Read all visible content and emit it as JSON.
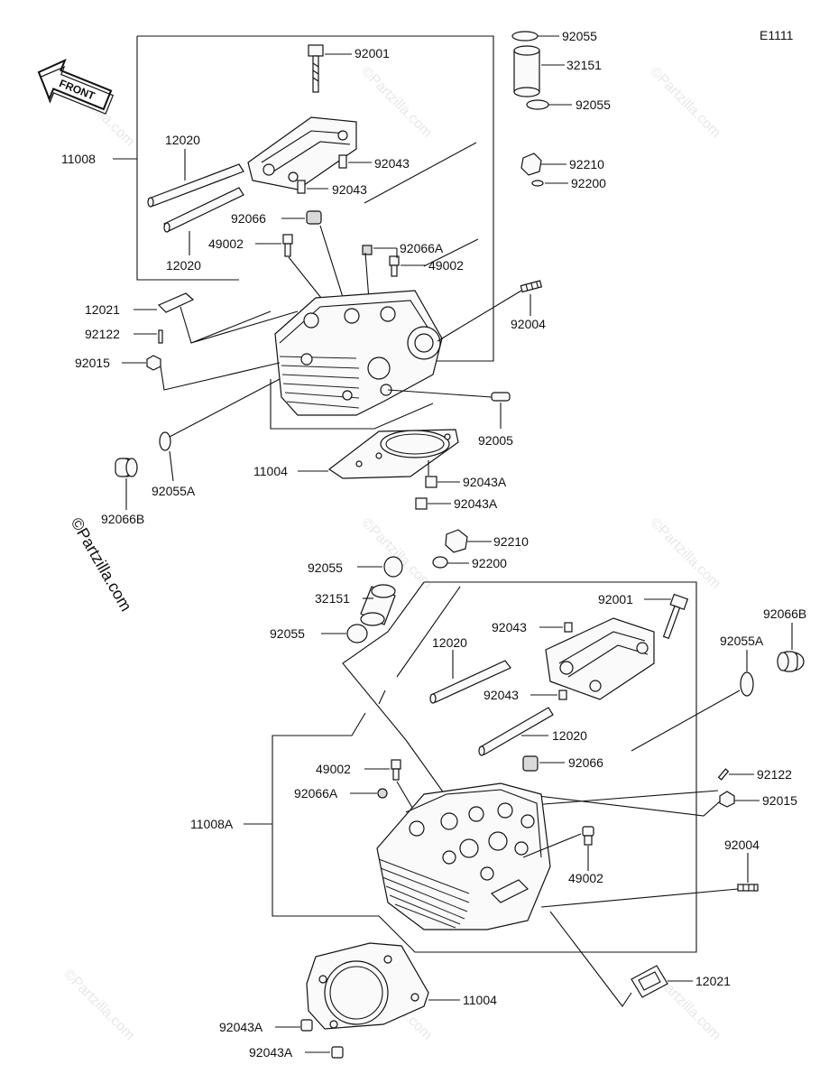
{
  "diagram_code": "E1111",
  "front_label": "FRONT",
  "watermark": "©Partzilla.com",
  "labels": {
    "top": {
      "p92001": "92001",
      "p92055_a": "92055",
      "p32151": "32151",
      "p92055_b": "92055",
      "p11008": "11008",
      "p12020_a": "12020",
      "p92043_a": "92043",
      "p92043_b": "92043",
      "p92210": "92210",
      "p92200": "92200",
      "p92066": "92066",
      "p49002_a": "49002",
      "p12020_b": "12020",
      "p92066A": "92066A",
      "p49002_b": "49002",
      "p12021": "12021",
      "p92122": "92122",
      "p92015": "92015",
      "p92004": "92004",
      "p92005": "92005",
      "p11004": "11004",
      "p92043A_a": "92043A",
      "p92043A_b": "92043A",
      "p92055A": "92055A",
      "p92066B": "92066B"
    },
    "bottom": {
      "p92210": "92210",
      "p92055_a": "92055",
      "p92200": "92200",
      "p32151": "32151",
      "p92001": "92001",
      "p92055_b": "92055",
      "p92043_a": "92043",
      "p92066B": "92066B",
      "p12020_a": "12020",
      "p92055A": "92055A",
      "p92043_b": "92043",
      "p12020_b": "12020",
      "p92066": "92066",
      "p49002_a": "49002",
      "p92122": "92122",
      "p92066A": "92066A",
      "p92015": "92015",
      "p11008A": "11008A",
      "p92004": "92004",
      "p49002_b": "49002",
      "p12021": "12021",
      "p11004": "11004",
      "p92043A_a": "92043A",
      "p92043A_b": "92043A"
    }
  }
}
